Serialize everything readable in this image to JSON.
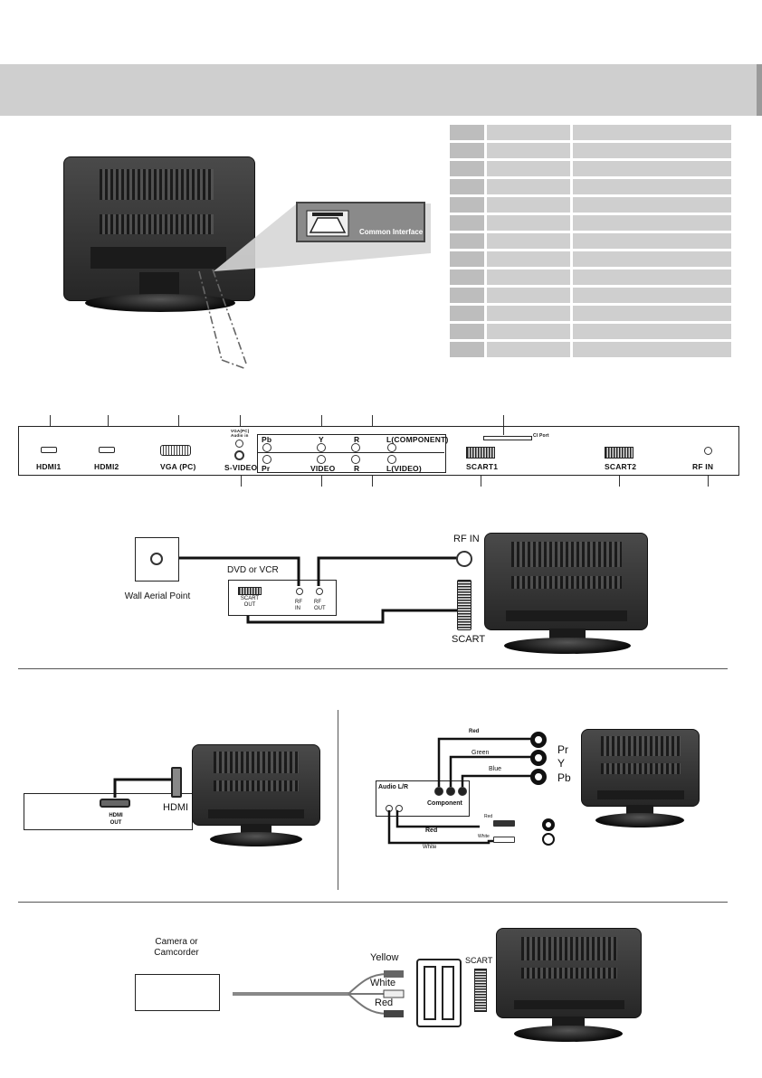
{
  "callout": {
    "common_interface": "Common Interface"
  },
  "panel": {
    "hdmi1": "HDMI1",
    "hdmi2": "HDMI2",
    "vga": "VGA (PC)",
    "vga_audio": "VGA(PC) Audio in",
    "svideo": "S-VIDEO",
    "pb": "Pb",
    "pr": "Pr",
    "y": "Y",
    "video": "VIDEO",
    "r_top": "R",
    "r_bottom": "R",
    "l_component": "L(COMPONENT)",
    "l_video": "L(VIDEO)",
    "ci_port": "CI Port",
    "scart1": "SCART1",
    "scart2": "SCART2",
    "rf_in": "RF IN"
  },
  "diagram_aerial": {
    "wall_point": "Wall Aerial Point",
    "dvd_vcr": "DVD or VCR",
    "scart_out": "SCART OUT",
    "rf_in_small": "RF IN",
    "rf_out": "RF OUT",
    "tv_rf_in": "RF IN",
    "tv_scart": "SCART"
  },
  "diagram_hdmi": {
    "hdmi_out": "HDMI OUT",
    "hdmi": "HDMI"
  },
  "diagram_component": {
    "red_top": "Red",
    "green": "Green",
    "blue": "Blue",
    "pr": "Pr",
    "y": "Y",
    "pb": "Pb",
    "audio_lr": "Audio L/R",
    "component": "Component",
    "red_plug": "Red",
    "white_plug": "White",
    "red_wire": "Red",
    "white_wire": "White"
  },
  "diagram_camera": {
    "camera": "Camera or Camcorder",
    "yellow": "Yellow",
    "white": "White",
    "red": "Red",
    "scart": "SCART"
  },
  "colors": {
    "band": "#cfcfcf",
    "table_cell": "#cfcfcf",
    "table_index": "#bdbdbd"
  }
}
